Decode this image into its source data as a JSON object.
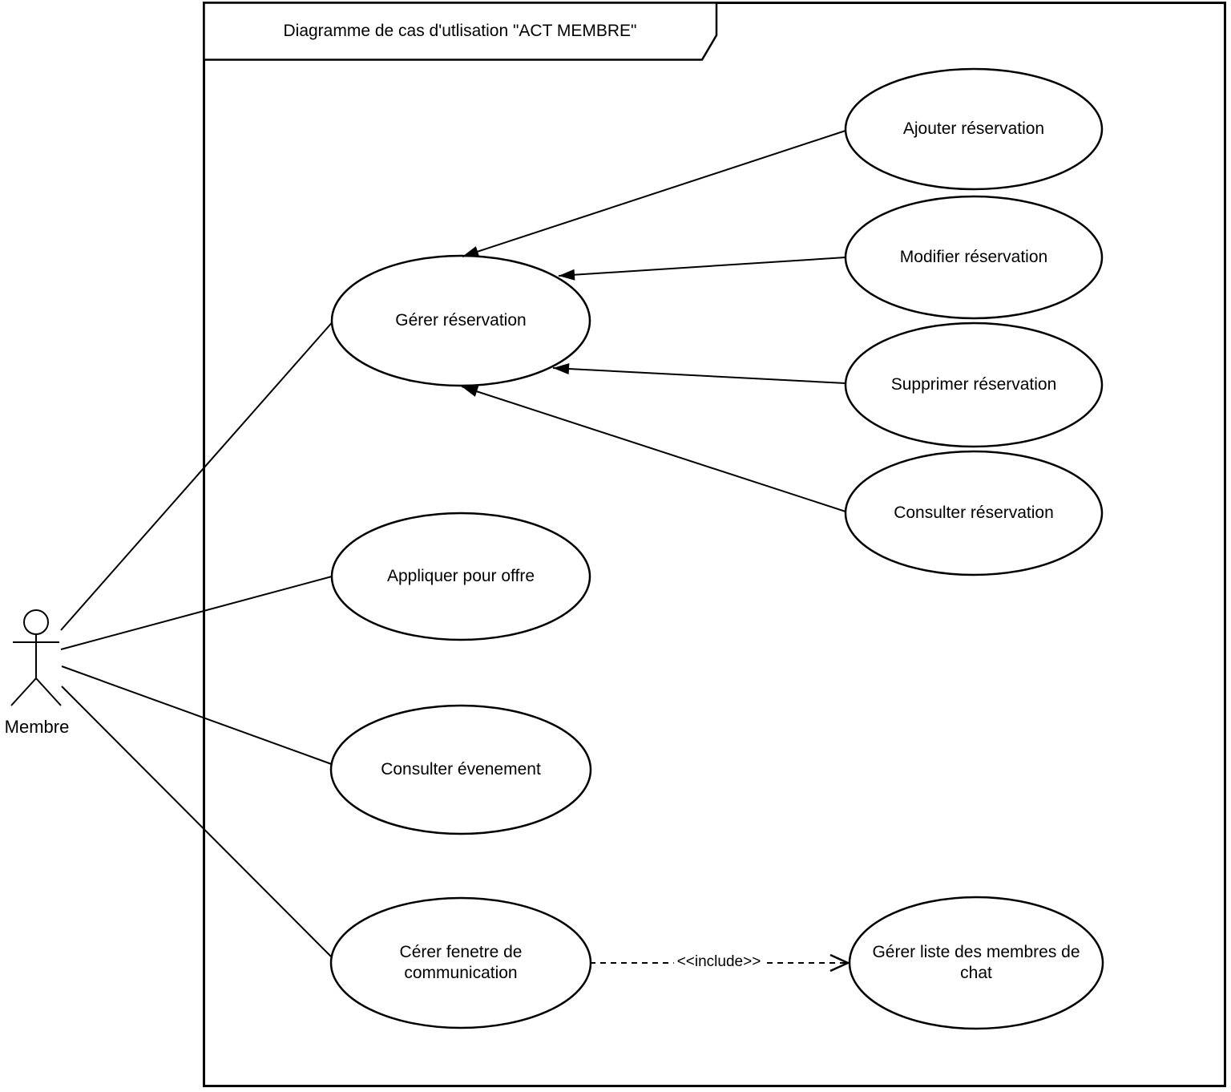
{
  "diagram": {
    "type": "uml-use-case-diagram",
    "frame_title": "Diagramme de cas d'utlisation \"ACT MEMBRE\"",
    "actor": {
      "name": "Membre"
    },
    "use_cases": [
      {
        "id": "gerer-reservation",
        "label": "Gérer réservation"
      },
      {
        "id": "ajouter-reservation",
        "label": "Ajouter réservation"
      },
      {
        "id": "modifier-reservation",
        "label": "Modifier réservation"
      },
      {
        "id": "supprimer-reservation",
        "label": "Supprimer réservation"
      },
      {
        "id": "consulter-reservation",
        "label": "Consulter réservation"
      },
      {
        "id": "appliquer-pour-offre",
        "label": "Appliquer pour offre"
      },
      {
        "id": "consulter-evenement",
        "label": "Consulter évenement"
      },
      {
        "id": "cerer-fenetre-de-communication",
        "label": "Cérer fenetre de communication"
      },
      {
        "id": "gerer-liste-des-membres-de-chat",
        "label": "Gérer liste des membres de chat"
      }
    ],
    "relations": [
      {
        "source": "Membre",
        "target": "Gérer réservation",
        "type": "association"
      },
      {
        "source": "Membre",
        "target": "Appliquer pour offre",
        "type": "association"
      },
      {
        "source": "Membre",
        "target": "Consulter évenement",
        "type": "association"
      },
      {
        "source": "Membre",
        "target": "Cérer fenetre de communication",
        "type": "association"
      },
      {
        "source": "Ajouter réservation",
        "target": "Gérer réservation",
        "type": "directed-association"
      },
      {
        "source": "Modifier réservation",
        "target": "Gérer réservation",
        "type": "directed-association"
      },
      {
        "source": "Supprimer réservation",
        "target": "Gérer réservation",
        "type": "directed-association"
      },
      {
        "source": "Consulter réservation",
        "target": "Gérer réservation",
        "type": "directed-association"
      },
      {
        "source": "Cérer fenetre de communication",
        "target": "Gérer liste des membres de chat",
        "type": "include"
      }
    ],
    "include_label": "<<include>>",
    "colors": {
      "stroke": "#000000",
      "fill": "#ffffff"
    }
  }
}
